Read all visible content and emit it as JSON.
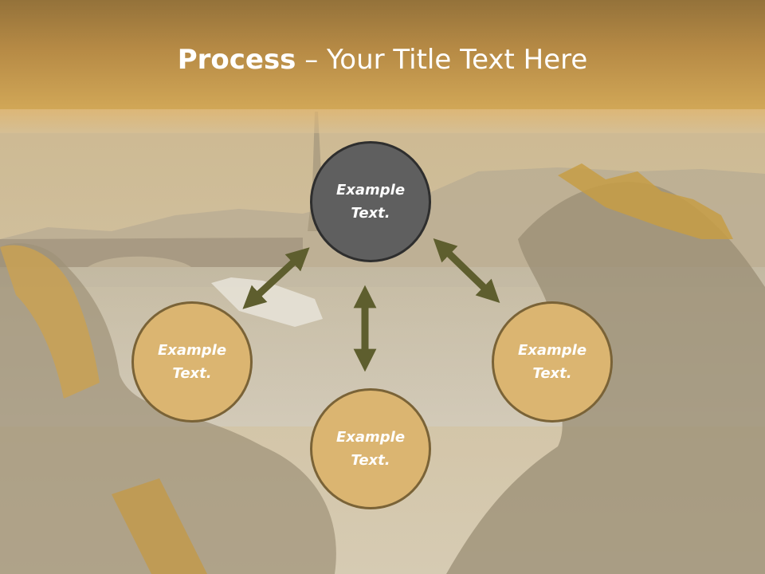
{
  "slide": {
    "title_bold": "Process",
    "title_rest": " – Your Title Text Here"
  },
  "nodes": [
    {
      "id": "top",
      "text": "Example Text."
    },
    {
      "id": "left",
      "text": "Example Text."
    },
    {
      "id": "right",
      "text": "Example Text."
    },
    {
      "id": "bottom",
      "text": "Example Text."
    }
  ],
  "colors": {
    "title_bar": "#b68a45",
    "node_fill": "#dbb571",
    "node_border": "#7a6337",
    "center_fill": "#5f5f5f",
    "arrow": "#5e5e2e"
  }
}
